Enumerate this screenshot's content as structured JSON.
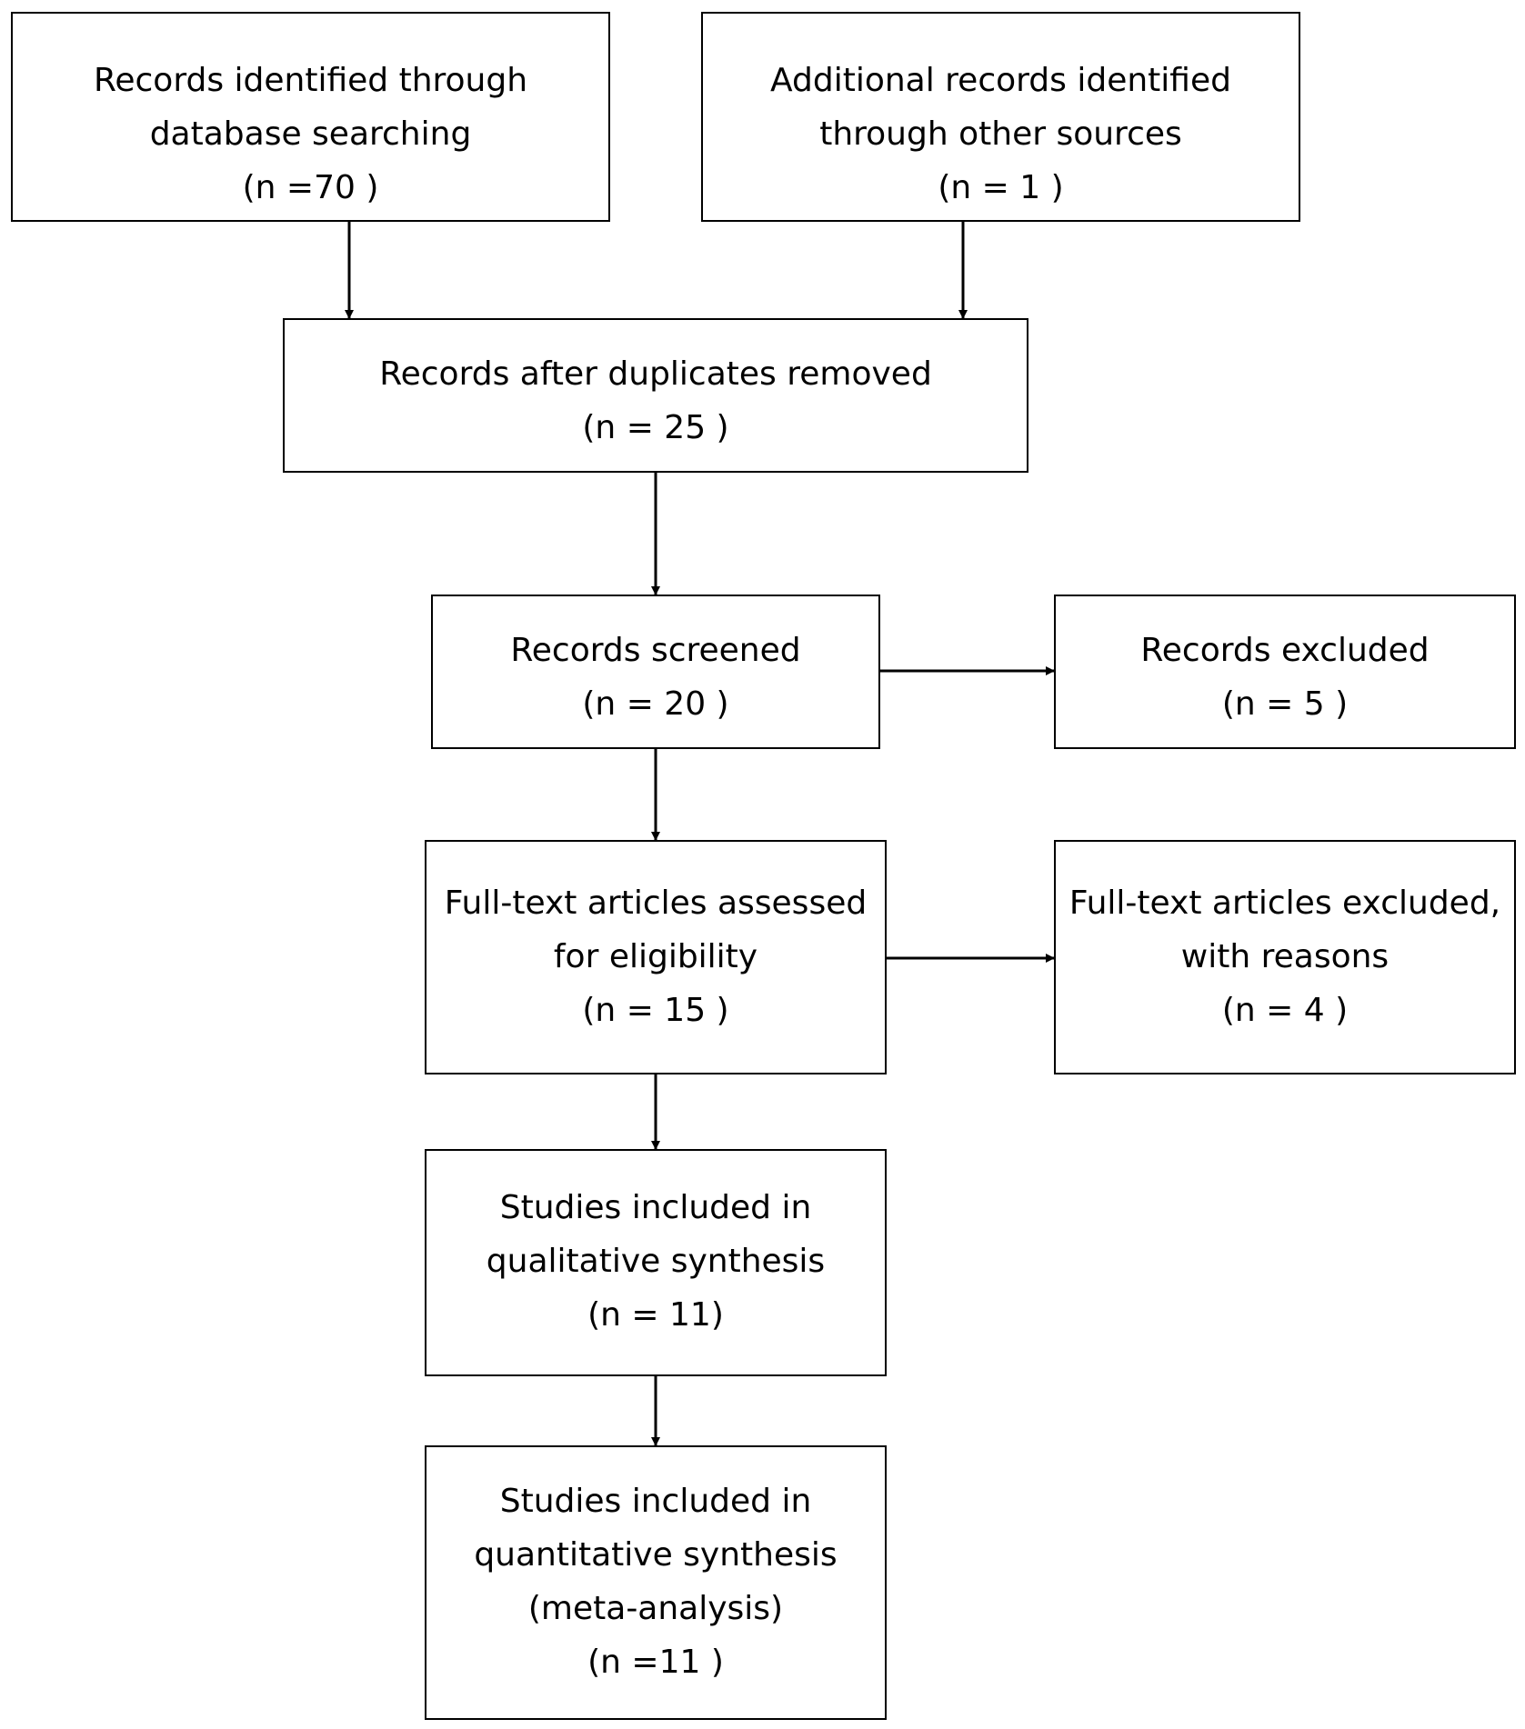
{
  "boxes": {
    "identified_db": {
      "lines": [
        "Records identified through",
        "database searching",
        "(n =70 )"
      ]
    },
    "identified_other": {
      "lines": [
        "Additional records identified",
        "through other sources",
        "(n = 1 )"
      ]
    },
    "after_duplicates": {
      "lines": [
        "Records after duplicates removed",
        "(n = 25 )"
      ]
    },
    "screened": {
      "lines": [
        "Records screened",
        "(n = 20 )"
      ]
    },
    "excluded": {
      "lines": [
        "Records excluded",
        "(n = 5 )"
      ]
    },
    "fulltext_assessed": {
      "lines": [
        "Full-text articles assessed",
        "for eligibility",
        "(n = 15 )"
      ]
    },
    "fulltext_excluded": {
      "lines": [
        "Full-text articles excluded,",
        "with reasons",
        "(n = 4 )"
      ]
    },
    "qualitative": {
      "lines": [
        "Studies included in",
        "qualitative synthesis",
        "(n = 11)"
      ]
    },
    "quantitative": {
      "lines": [
        "Studies included in",
        "quantitative synthesis",
        "(meta-analysis)",
        "(n =11 )"
      ]
    }
  },
  "colors": {
    "stroke": "#000000",
    "background": "#ffffff",
    "text": "#000000"
  }
}
